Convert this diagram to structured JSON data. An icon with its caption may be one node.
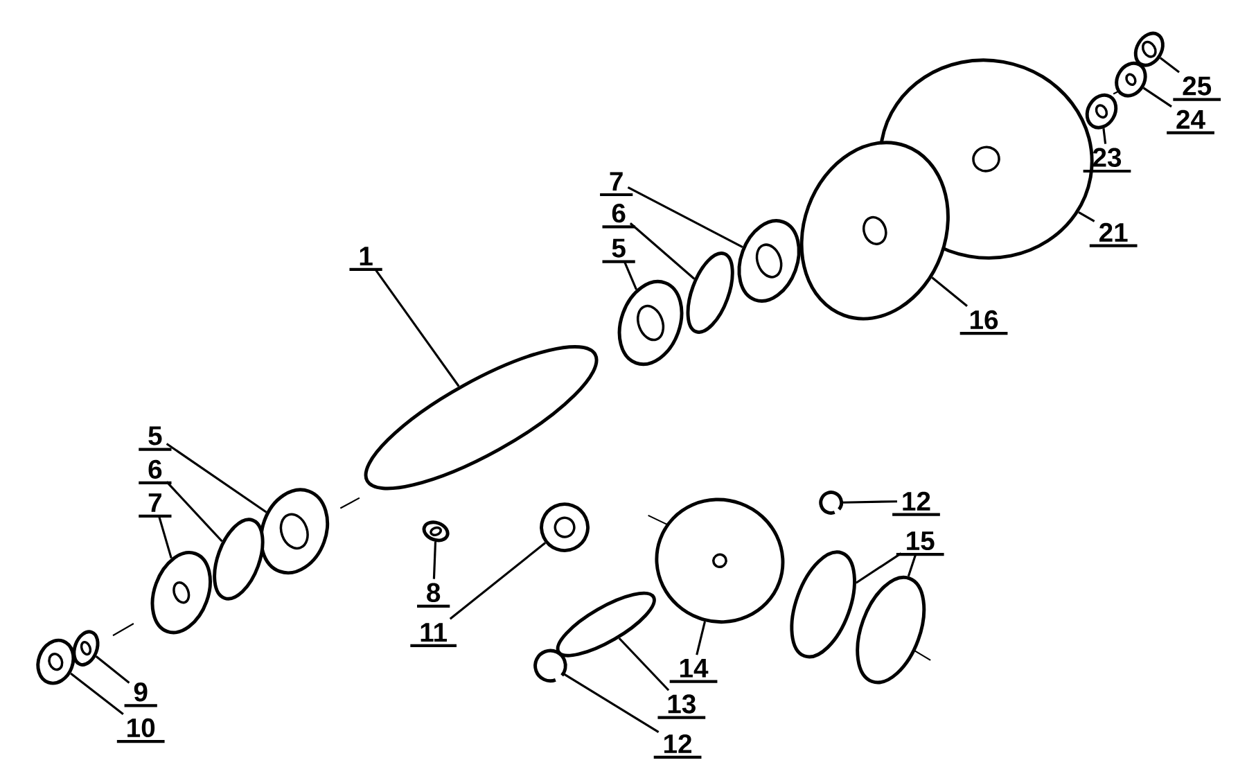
{
  "diagram": {
    "nodes": [
      {
        "text": [
          "25"
        ]
      },
      {
        "text": [
          "24"
        ]
      },
      {
        "text": [
          "23"
        ]
      },
      {
        "text": [
          "7"
        ]
      },
      {
        "text": [
          "6"
        ]
      },
      {
        "text": [
          "21"
        ]
      },
      {
        "text": [
          "5"
        ]
      },
      {
        "text": [
          "1"
        ]
      },
      {
        "text": [
          "16"
        ]
      },
      {
        "text": [
          "5"
        ]
      },
      {
        "text": [
          "6"
        ]
      },
      {
        "text": [
          "12"
        ]
      },
      {
        "text": [
          "7"
        ]
      },
      {
        "text": [
          "15"
        ]
      },
      {
        "text": [
          "8"
        ]
      },
      {
        "text": [
          "11"
        ]
      },
      {
        "text": [
          "14"
        ]
      },
      {
        "text": [
          "9"
        ]
      },
      {
        "text": [
          "13"
        ]
      },
      {
        "text": [
          "10"
        ]
      },
      {
        "text": [
          "12"
        ]
      },
      {
        "text": [],
        "shape": "picture"
      },
      {
        "text": [],
        "shape": "picture"
      },
      {
        "text": [],
        "shape": "picture"
      },
      {
        "text": [],
        "shape": "picture"
      },
      {
        "text": [],
        "shape": "picture"
      },
      {
        "text": [],
        "shape": "picture"
      },
      {
        "text": [],
        "shape": "picture"
      },
      {
        "text": [],
        "shape": "picture"
      },
      {
        "text": [],
        "shape": "picture"
      },
      {
        "text": [],
        "shape": "picture"
      },
      {
        "text": [],
        "shape": "picture"
      },
      {
        "text": [],
        "shape": "picture"
      },
      {
        "text": [],
        "shape": "picture"
      },
      {
        "text": [],
        "shape": "picture"
      },
      {
        "text": [],
        "shape": "picture"
      },
      {
        "text": [],
        "shape": "picture"
      },
      {
        "text": [],
        "shape": "picture"
      },
      {
        "text": [],
        "shape": "picture"
      },
      {
        "text": [],
        "shape": "picture"
      },
      {
        "text": [],
        "shape": "picture"
      },
      {
        "text": [],
        "shape": "picture"
      },
      {
        "text": [],
        "shape": "picture"
      }
    ],
    "edges": [
      {
        "from": 0,
        "to": 21,
        "arrow": "none"
      },
      {
        "from": 1,
        "to": 22,
        "arrow": "none"
      },
      {
        "from": 2,
        "to": 23,
        "arrow": "none"
      },
      {
        "from": 3,
        "to": 26,
        "arrow": "none"
      },
      {
        "from": 4,
        "to": 27,
        "arrow": "none"
      },
      {
        "from": 5,
        "to": 24,
        "arrow": "none"
      },
      {
        "from": 6,
        "to": 28,
        "arrow": "none"
      },
      {
        "from": 7,
        "to": 29,
        "arrow": "none"
      },
      {
        "from": 8,
        "to": 25,
        "arrow": "none"
      },
      {
        "from": 9,
        "to": 30,
        "arrow": "none"
      },
      {
        "from": 10,
        "to": 31,
        "arrow": "none"
      },
      {
        "from": 11,
        "to": 33,
        "arrow": "none"
      },
      {
        "from": 12,
        "to": 32,
        "arrow": "none"
      },
      {
        "from": 13,
        "to": 34,
        "arrow": "none"
      },
      {
        "from": 13,
        "to": 35,
        "arrow": "none"
      },
      {
        "from": 14,
        "to": 36,
        "arrow": "none"
      },
      {
        "from": 15,
        "to": 37,
        "arrow": "none"
      },
      {
        "from": 16,
        "to": 38,
        "arrow": "none"
      },
      {
        "from": 17,
        "to": 39,
        "arrow": "none"
      },
      {
        "from": 18,
        "to": 40,
        "arrow": "none"
      },
      {
        "from": 19,
        "to": 41,
        "arrow": "none"
      },
      {
        "from": 20,
        "to": 42,
        "arrow": "none"
      }
    ]
  }
}
